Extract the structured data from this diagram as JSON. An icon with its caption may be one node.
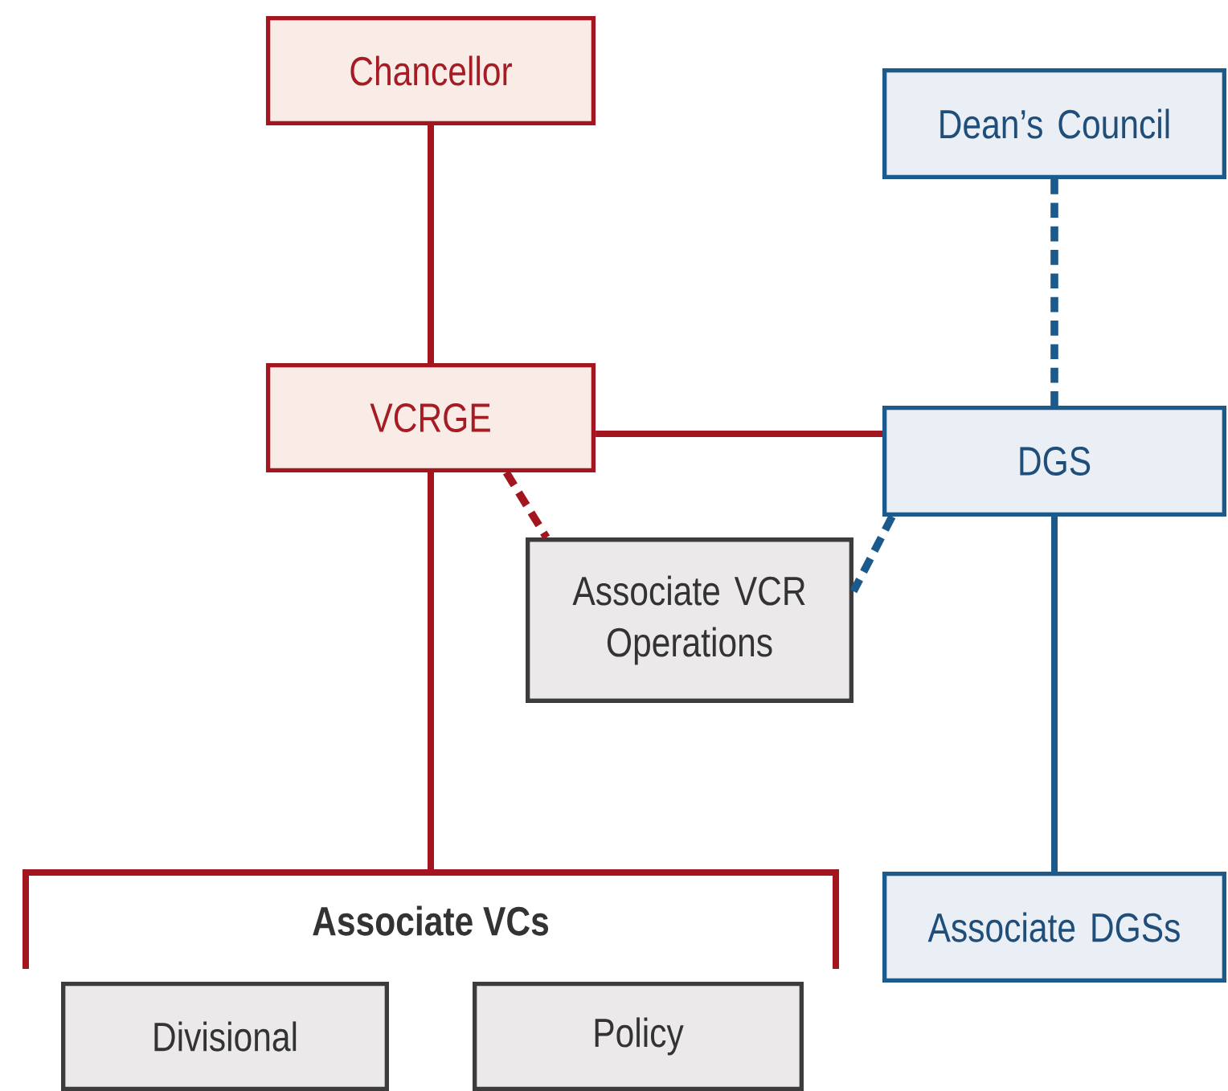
{
  "diagram": {
    "nodes": [
      {
        "text": [
          "Chancellor"
        ]
      },
      {
        "text": [
          "Dean’s Council"
        ]
      },
      {
        "text": [
          "VCRGE"
        ]
      },
      {
        "text": [
          "DGS"
        ]
      },
      {
        "text": [
          "Associate VCR Operations"
        ]
      },
      {
        "text": [
          "Associate VCs"
        ]
      },
      {
        "text": [
          "Associate DGSs"
        ]
      },
      {
        "text": [
          "Divisional"
        ]
      },
      {
        "text": [
          "Policy"
        ]
      }
    ],
    "edges": [
      {
        "from": 0,
        "to": 2,
        "arrow": "none"
      },
      {
        "from": 1,
        "to": 3,
        "arrow": "none",
        "style": "dashed",
        "color": "#1d5a8c"
      },
      {
        "from": 2,
        "to": 3,
        "arrow": "none"
      },
      {
        "from": 2,
        "to": 4,
        "arrow": "none",
        "style": "dashed"
      },
      {
        "from": 3,
        "to": 4,
        "arrow": "none",
        "style": "dashed",
        "color": "#1d5a8c"
      },
      {
        "from": 2,
        "to": 5,
        "arrow": "none"
      },
      {
        "from": 3,
        "to": 6,
        "arrow": "none",
        "color": "#1d5a8c"
      }
    ]
  }
}
